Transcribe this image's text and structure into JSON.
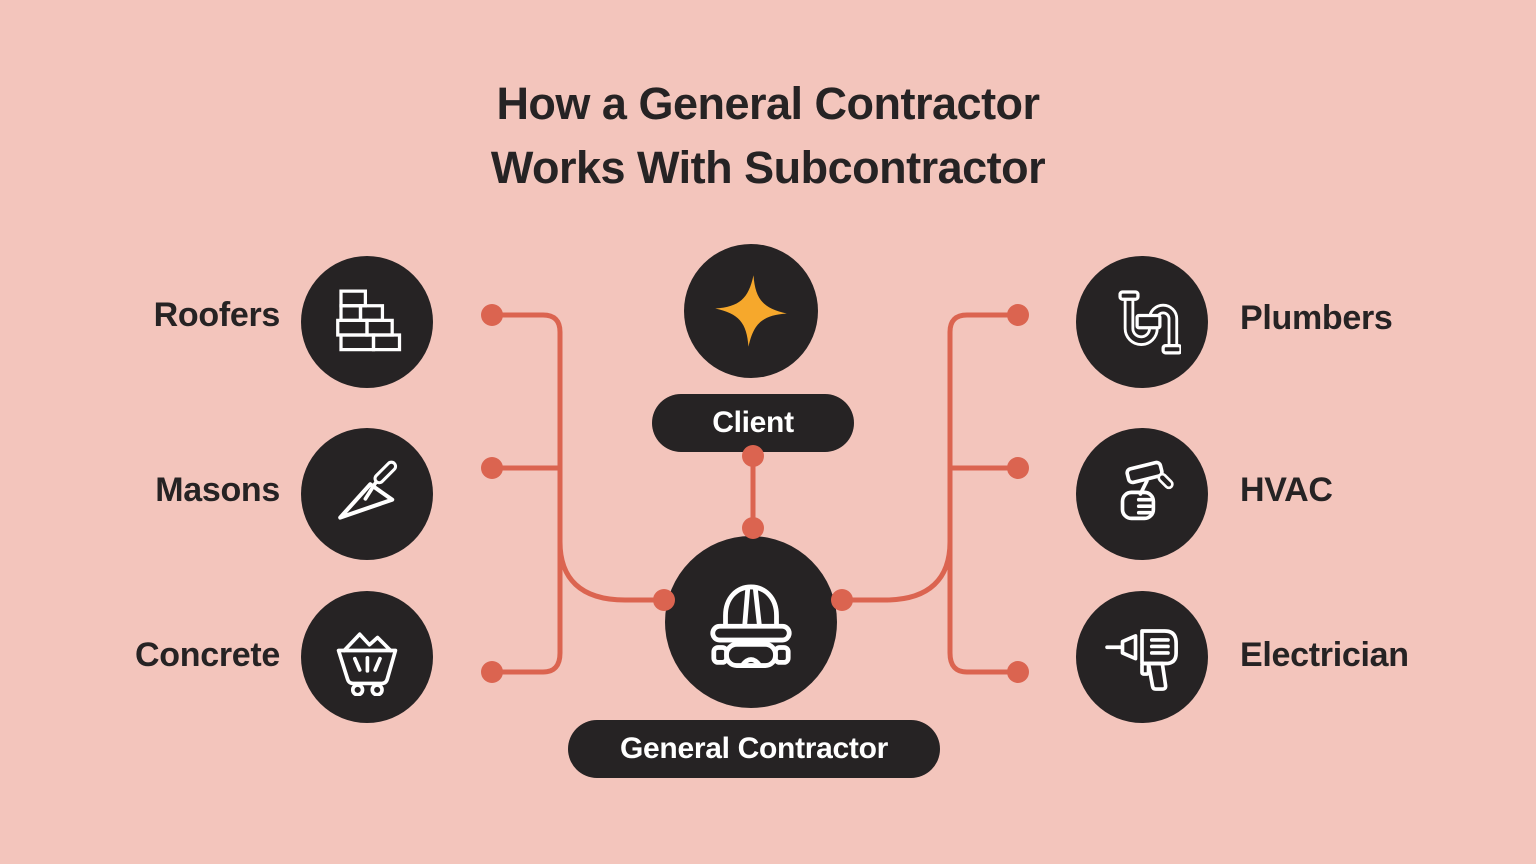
{
  "title": {
    "line1": "How a General Contractor",
    "line2": "Works With Subcontractor"
  },
  "center": {
    "client": {
      "label": "Client",
      "icon": "sparkle-icon"
    },
    "general_contractor": {
      "label": "General Contractor",
      "icon": "hard-hat-icon"
    }
  },
  "left_nodes": [
    {
      "label": "Roofers",
      "icon": "brick-wall-icon"
    },
    {
      "label": "Masons",
      "icon": "trowel-icon"
    },
    {
      "label": "Concrete",
      "icon": "mine-cart-icon"
    }
  ],
  "right_nodes": [
    {
      "label": "Plumbers",
      "icon": "pipe-icon"
    },
    {
      "label": "HVAC",
      "icon": "hammer-hand-icon"
    },
    {
      "label": "Electrician",
      "icon": "drill-icon"
    }
  ],
  "colors": {
    "background": "#F3C5BC",
    "node_fill": "#262324",
    "connector": "#DB6450",
    "accent_star": "#F6A82C",
    "icon_stroke": "#FFFFFF",
    "title_text": "#262324",
    "pill_text": "#FFFFFF"
  }
}
